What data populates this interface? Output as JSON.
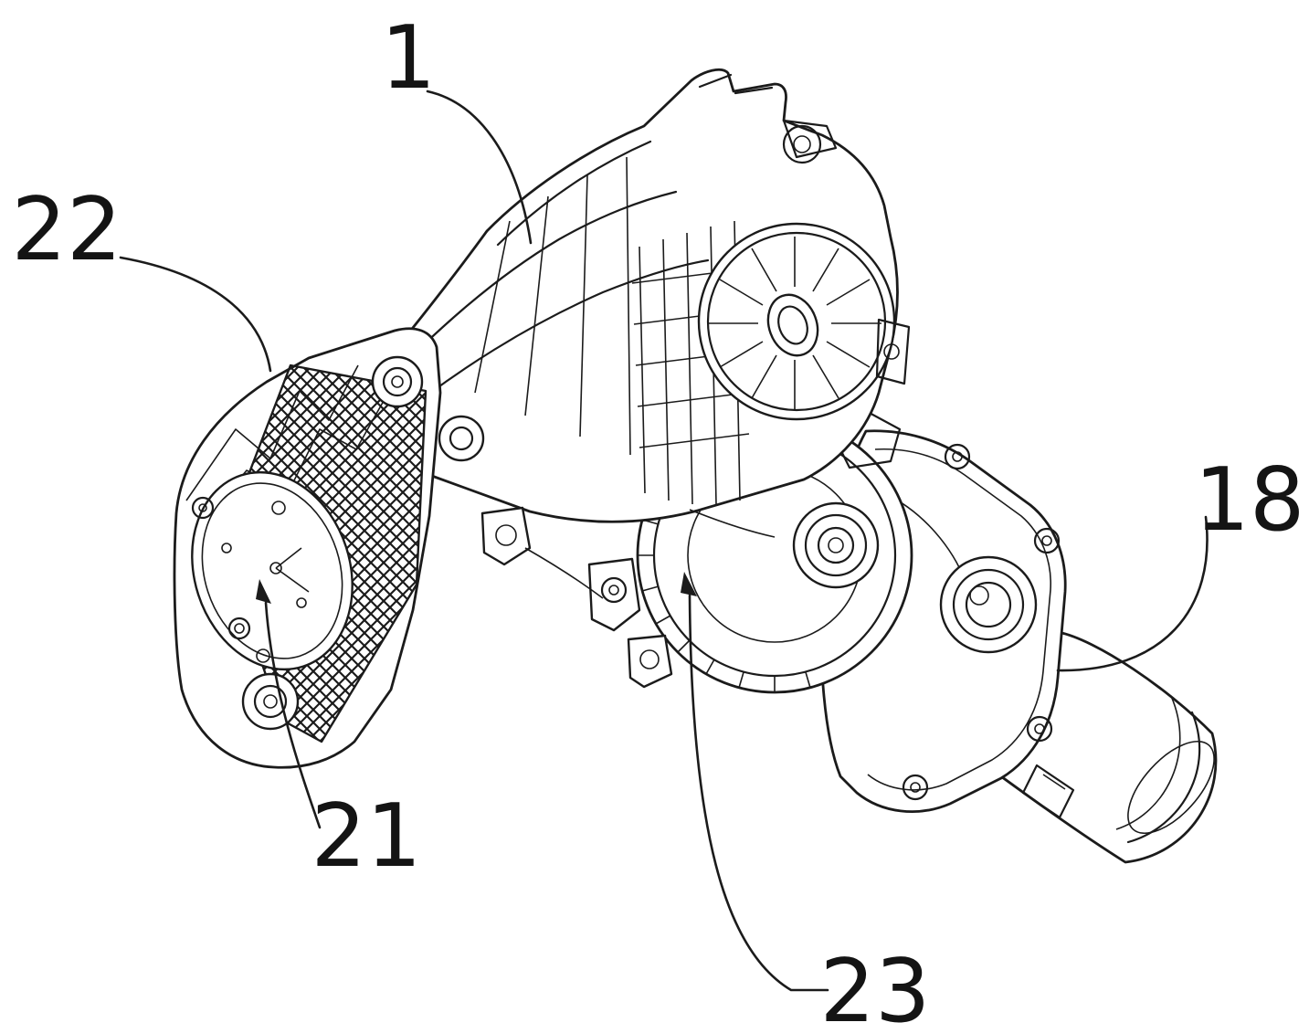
{
  "figure": {
    "kind": "patent line drawing of a gear motor / transmission assembly",
    "colors": {
      "background": "#ffffff",
      "line": "#1b1b1b"
    }
  },
  "labels": {
    "part1": {
      "text": "1"
    },
    "part22": {
      "text": "22"
    },
    "part21": {
      "text": "21"
    },
    "part23": {
      "text": "23"
    },
    "part18": {
      "text": "18"
    }
  }
}
